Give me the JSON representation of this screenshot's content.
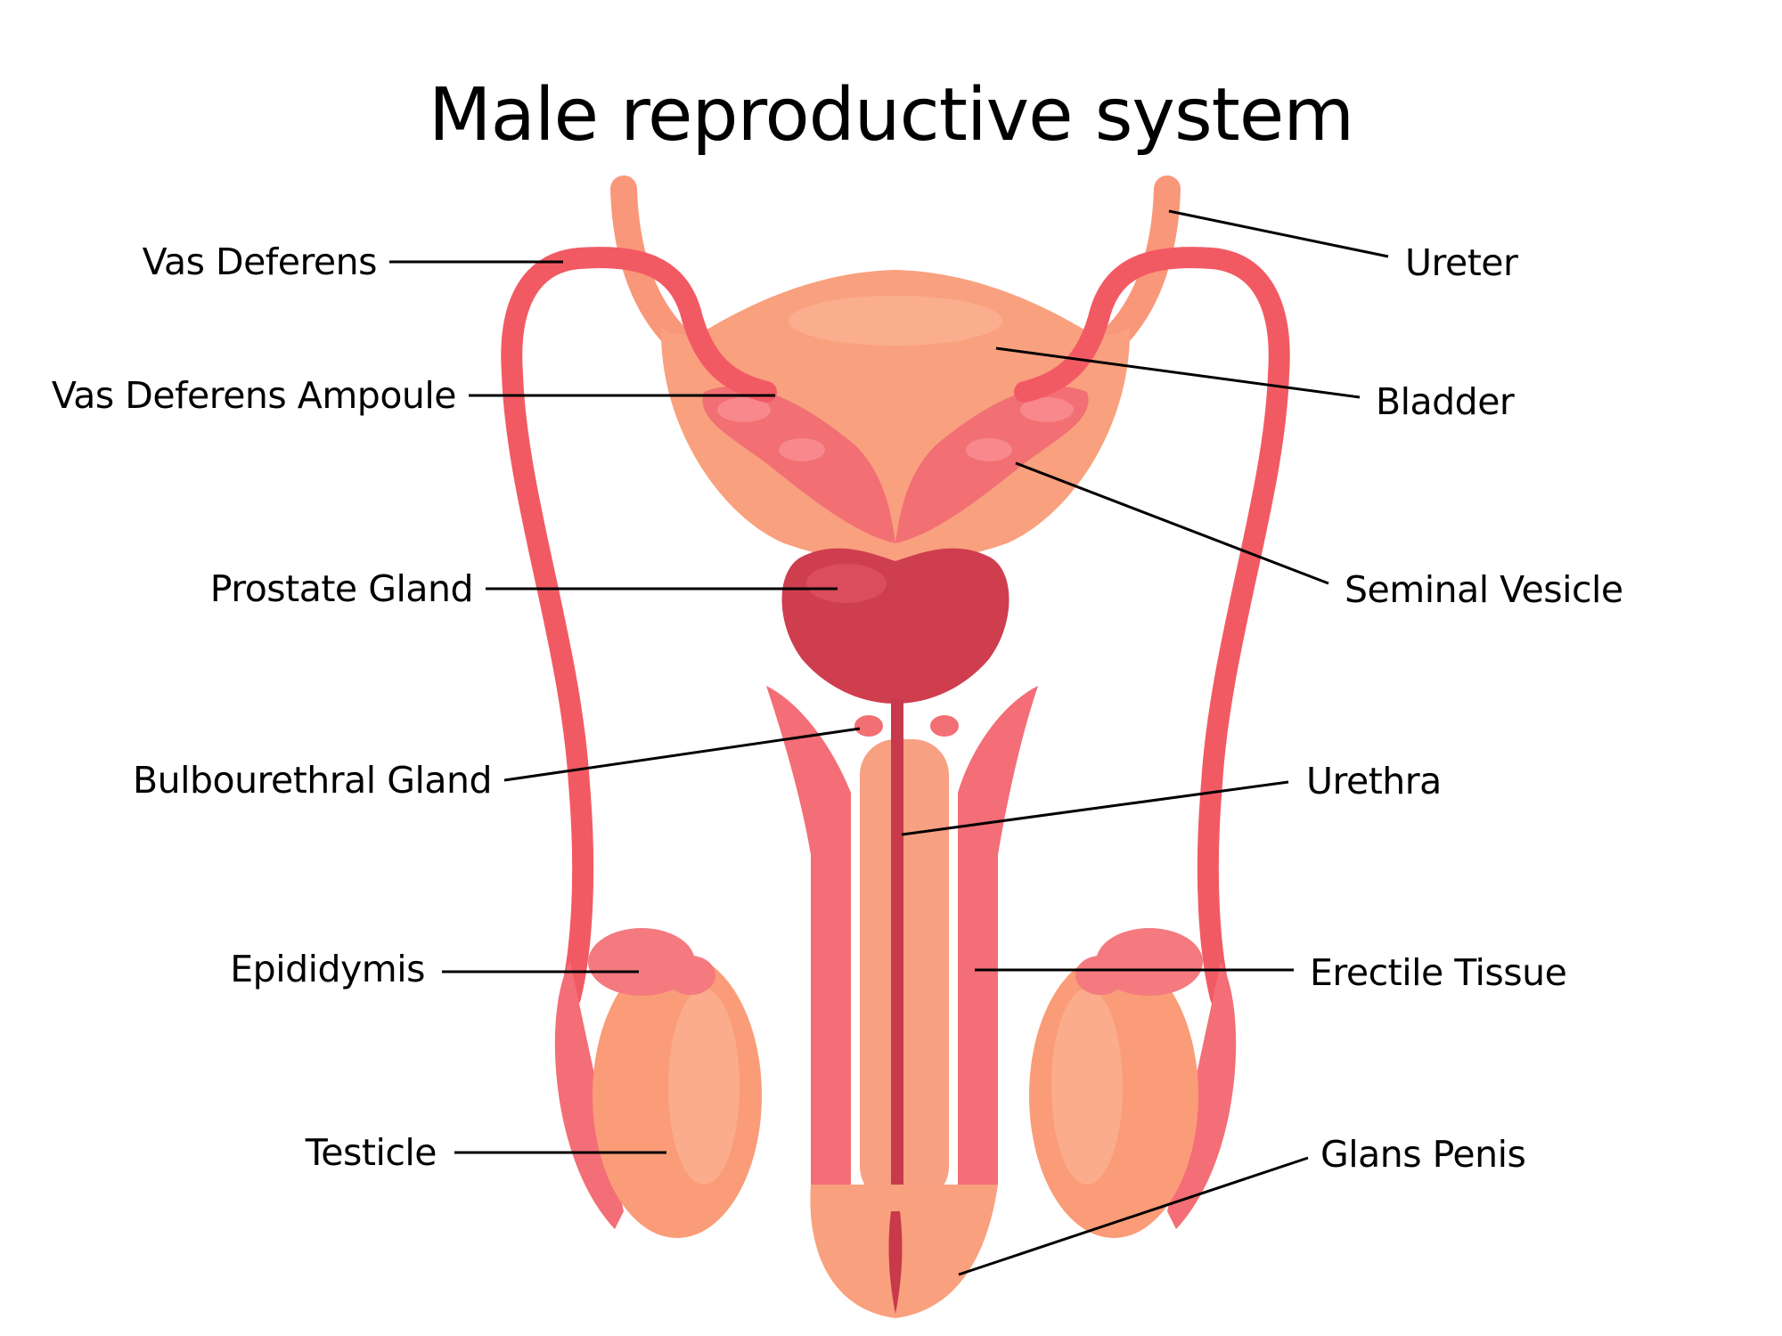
{
  "title": "Male reproductive system",
  "colors": {
    "background": "#ffffff",
    "vas_deferens": "#f25a63",
    "bladder": "#f9a07e",
    "bladder_light": "#fbb394",
    "seminal": "#f26f74",
    "prostate": "#cf3e4f",
    "urethra": "#c8394b",
    "erectile": "#f36e76",
    "spongiosum": "#f7a082",
    "testicle": "#fa9c78",
    "epididymis": "#f47a80",
    "leader_line": "#000000"
  },
  "labels_left": [
    {
      "id": "vas-deferens",
      "text": "Vas Deferens"
    },
    {
      "id": "vas-deferens-ampoule",
      "text": "Vas Deferens Ampoule"
    },
    {
      "id": "prostate-gland",
      "text": "Prostate Gland"
    },
    {
      "id": "bulbourethral-gland",
      "text": "Bulbourethral Gland"
    },
    {
      "id": "epididymis",
      "text": "Epididymis"
    },
    {
      "id": "testicle",
      "text": "Testicle"
    }
  ],
  "labels_right": [
    {
      "id": "ureter",
      "text": "Ureter"
    },
    {
      "id": "bladder",
      "text": "Bladder"
    },
    {
      "id": "seminal-vesicle",
      "text": "Seminal Vesicle"
    },
    {
      "id": "urethra",
      "text": "Urethra"
    },
    {
      "id": "erectile-tissue",
      "text": "Erectile Tissue"
    },
    {
      "id": "glans-penis",
      "text": "Glans Penis"
    }
  ]
}
